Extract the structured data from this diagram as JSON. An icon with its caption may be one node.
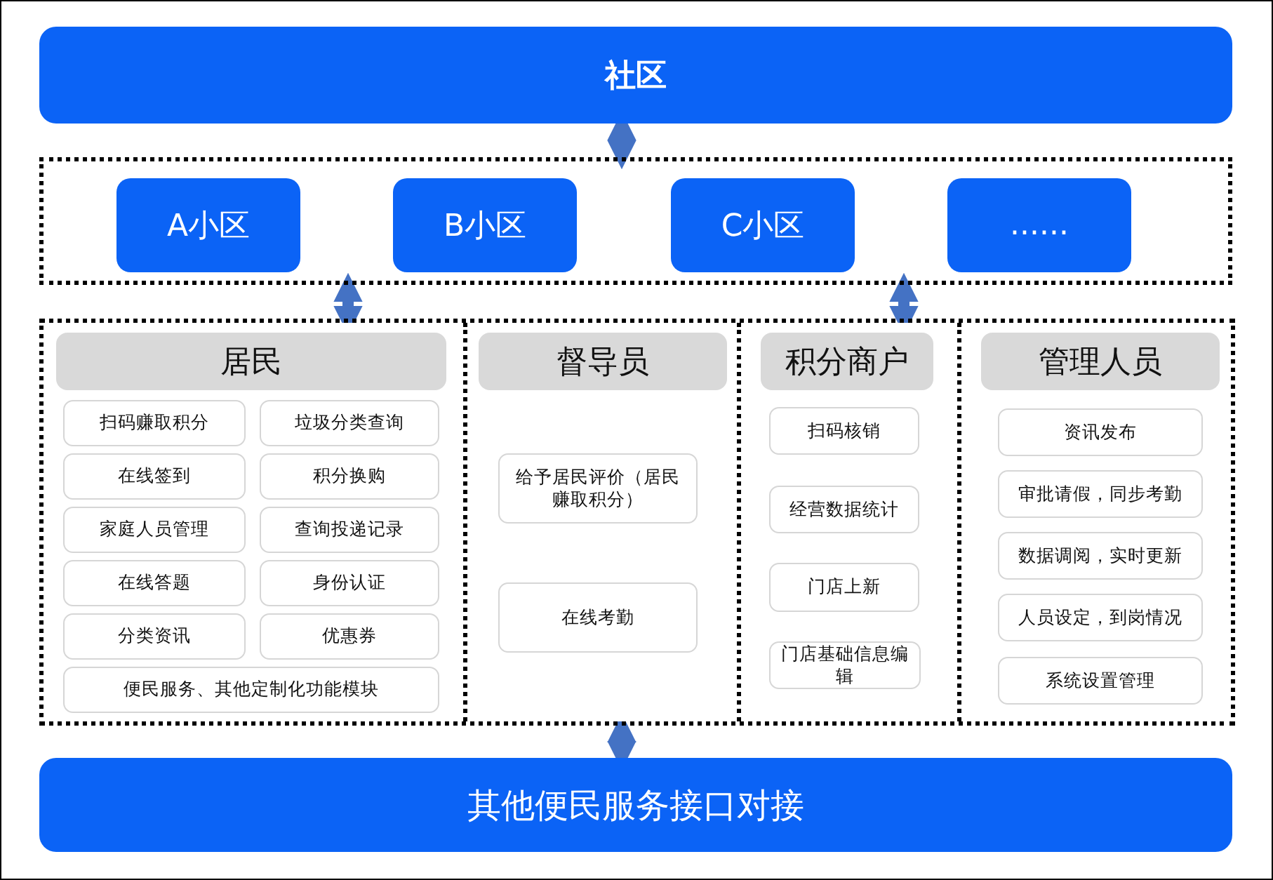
{
  "diagram": {
    "nodes": [
      {
        "text": [
          "社区"
        ]
      },
      {
        "text": [],
        "shape": "box"
      },
      {
        "text": [
          "A小区"
        ],
        "in": 1
      },
      {
        "text": [
          "B小区"
        ],
        "in": 1
      },
      {
        "text": [
          "C小区"
        ],
        "in": 1
      },
      {
        "text": [
          "......"
        ],
        "in": 1
      },
      {
        "text": [],
        "shape": "box"
      },
      {
        "text": [
          "居民"
        ],
        "in": 6
      },
      {
        "text": [
          "扫码赚取积分"
        ],
        "in": 7
      },
      {
        "text": [
          "垃圾分类查询"
        ],
        "in": 7
      },
      {
        "text": [
          "在线签到"
        ],
        "in": 7
      },
      {
        "text": [
          "积分换购"
        ],
        "in": 7
      },
      {
        "text": [
          "家庭人员管理"
        ],
        "in": 7
      },
      {
        "text": [
          "查询投递记录"
        ],
        "in": 7
      },
      {
        "text": [
          "在线答题"
        ],
        "in": 7
      },
      {
        "text": [
          "身份认证"
        ],
        "in": 7
      },
      {
        "text": [
          "分类资讯"
        ],
        "in": 7
      },
      {
        "text": [
          "优惠券"
        ],
        "in": 7
      },
      {
        "text": [
          "便民服务、其他定制化功能模块"
        ],
        "in": 7
      },
      {
        "text": [
          "督导员"
        ],
        "in": 6
      },
      {
        "text": [
          "给予居民评价（居民赚取积分）"
        ],
        "in": 19
      },
      {
        "text": [
          "在线考勤"
        ],
        "in": 19
      },
      {
        "text": [
          "积分商户"
        ],
        "in": 6
      },
      {
        "text": [
          "扫码核销"
        ],
        "in": 22
      },
      {
        "text": [
          "经营数据统计"
        ],
        "in": 22
      },
      {
        "text": [
          "门店上新"
        ],
        "in": 22
      },
      {
        "text": [
          "门店基础信息编辑"
        ],
        "in": 22
      },
      {
        "text": [
          "管理人员"
        ],
        "in": 6
      },
      {
        "text": [
          "资讯发布"
        ],
        "in": 27
      },
      {
        "text": [
          "审批请假，同步考勤"
        ],
        "in": 27
      },
      {
        "text": [
          "数据调阅，实时更新"
        ],
        "in": 27
      },
      {
        "text": [
          "人员设定，到岗情况"
        ],
        "in": 27
      },
      {
        "text": [
          "系统设置管理"
        ],
        "in": 27
      },
      {
        "text": [
          "其他便民服务接口对接"
        ]
      }
    ],
    "edges": [
      {
        "from": 0,
        "to": 1,
        "arrow": "both"
      },
      {
        "from": 1,
        "to": 7,
        "arrow": "both"
      },
      {
        "from": 1,
        "to": 22,
        "arrow": "both"
      },
      {
        "from": 6,
        "to": 33,
        "arrow": "both"
      }
    ]
  }
}
